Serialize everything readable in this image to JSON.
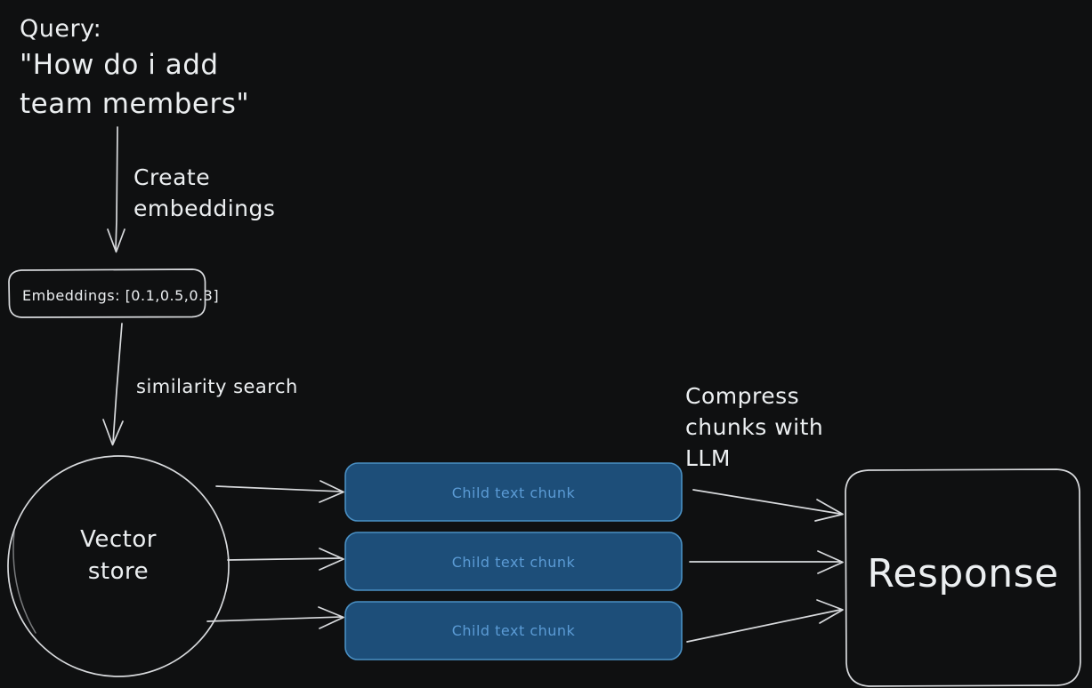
{
  "diagram": {
    "title": "RAG retrieval pipeline flow",
    "background_color": "#0f1011",
    "ink_color": "#eceff1",
    "accent_fill": "#1d4e79",
    "accent_stroke": "#4a90c4",
    "accent_text": "#5b9bd5"
  },
  "query": {
    "label": "Query:",
    "line1": "\"How do i add",
    "line2": "team members\""
  },
  "edges": {
    "create_embeddings_line1": "Create",
    "create_embeddings_line2": "embeddings",
    "similarity_search": "similarity search",
    "compress_line1": "Compress",
    "compress_line2": "chunks with",
    "compress_line3": "LLM"
  },
  "embeddings_box": {
    "text": "Embeddings: [0.1,0.5,0.3]"
  },
  "vector_store": {
    "line1": "Vector",
    "line2": "store"
  },
  "chunks": [
    {
      "label": "Child text chunk"
    },
    {
      "label": "Child text chunk"
    },
    {
      "label": "Child text chunk"
    }
  ],
  "response_box": {
    "label": "Response"
  }
}
